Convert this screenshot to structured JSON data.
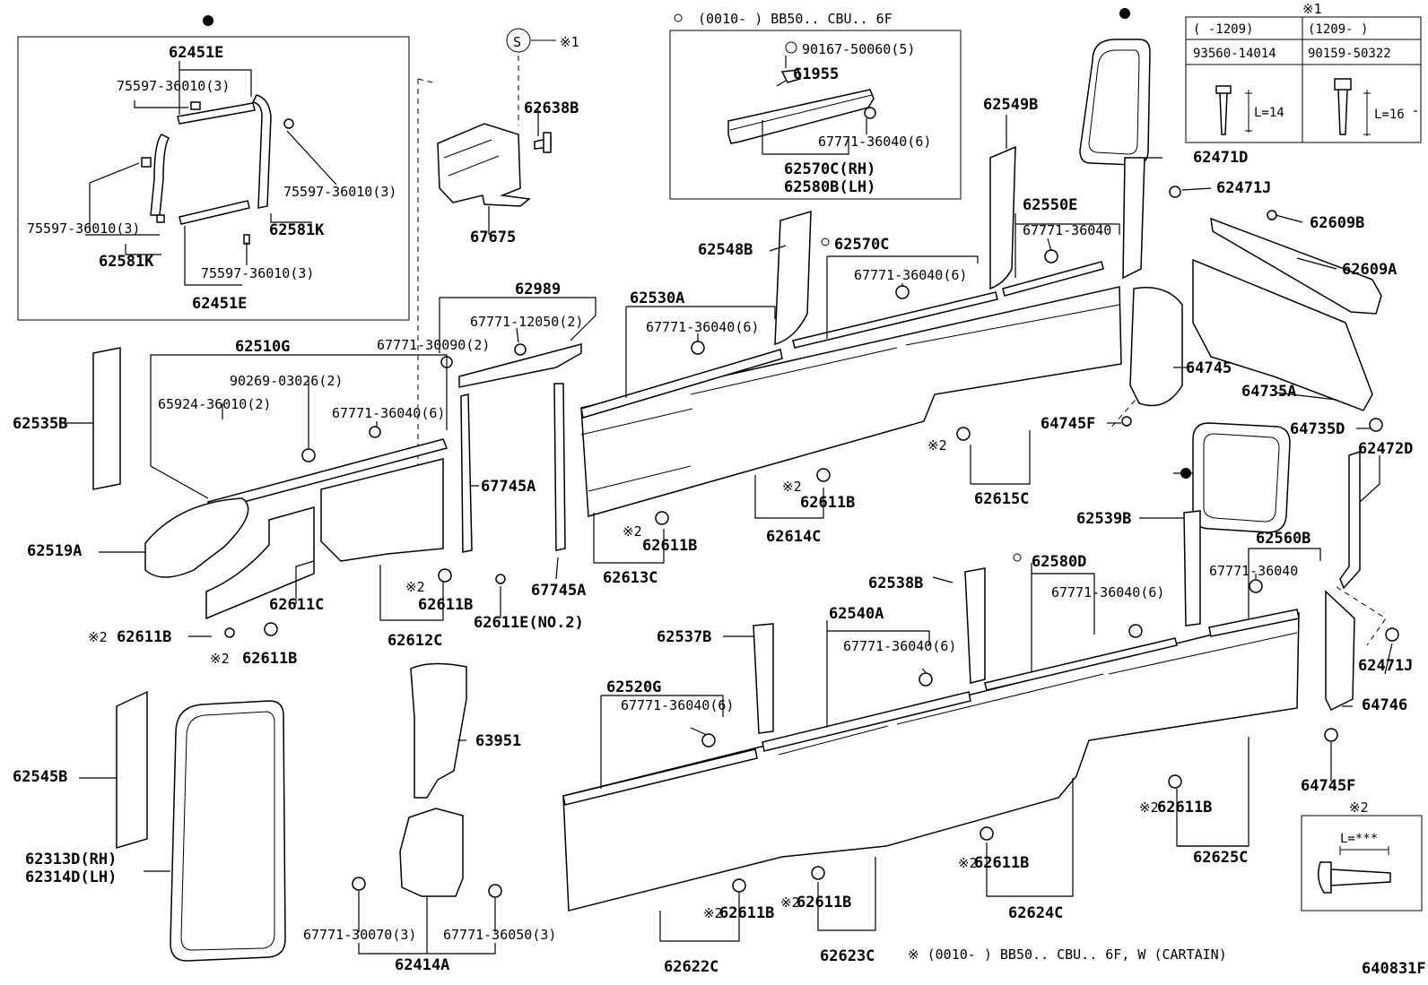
{
  "diagram_code": "640831F",
  "inset_title": "(0010-        ) BB50.. CBU.. 6F",
  "footnote": "※ (0010-        ) BB50.. CBU.. 6F, W (CARTAIN)",
  "sym_s": "S",
  "sym_note1": "※1",
  "sym_note2": "※2",
  "table_note1": {
    "mark": "※1",
    "col1_range": "(      -1209)",
    "col2_range": "(1209-      )",
    "col1_part": "93560-14014",
    "col2_part": "90159-50322",
    "col1_len": "L=14",
    "col2_len": "L=16"
  },
  "table_note2": {
    "mark": "※2",
    "len": "L=***"
  },
  "labels": {
    "l1": "62451E",
    "l2": "75597-36010(3)",
    "l3": "75597-36010(3)",
    "l4": "62581K",
    "l5": "75597-36010(3)",
    "l6": "62581K",
    "l7": "75597-36010(3)",
    "l8": "62451E",
    "l9": "62638B",
    "l10": "67675",
    "l11": "90167-50060(5)",
    "l12": "61955",
    "l13": "67771-36040(6)",
    "l14": "62570C(RH)",
    "l15": "62580B(LH)",
    "l16": "62549B",
    "l17": "62471D",
    "l18": "62471J",
    "l19": "62609B",
    "l20": "62609A",
    "l21": "62550E",
    "l22": "67771-36040",
    "l23": "62548B",
    "l24": "62570C",
    "l25": "67771-36040(6)",
    "l26": "62530A",
    "l27": "67771-36040(6)",
    "l28": "62989",
    "l29": "67771-12050(2)",
    "l30": "67771-30090(2)",
    "l31": "62510G",
    "l32": "90269-03026(2)",
    "l33": "65924-36010(2)",
    "l34": "67771-36040(6)",
    "l35": "62535B",
    "l36": "67745A",
    "l37": "62519A",
    "l38": "62611C",
    "l39": "62611B",
    "l40": "62612C",
    "l41": "62611E(NO.2)",
    "l42": "67745A",
    "l43": "62611B",
    "l44": "62611B",
    "l45": "62613C",
    "l46": "62611B",
    "l47": "62614C",
    "l48": "62611B",
    "l49": "62615C",
    "l50": "64745",
    "l51": "64735A",
    "l52": "64745F",
    "l53": "64735D",
    "l54": "62472D",
    "l55": "62539B",
    "l56": "62560B",
    "l57": "67771-36040",
    "l58": "62580D",
    "l59": "67771-36040(6)",
    "l60": "62538B",
    "l61": "62540A",
    "l62": "67771-36040(6)",
    "l63": "62537B",
    "l64": "62520G",
    "l65": "67771-36040(6)",
    "l66": "62471J",
    "l67": "64746",
    "l68": "64745F",
    "l69": "63951",
    "l70": "62545B",
    "l71": "62313D(RH)",
    "l72": "62314D(LH)",
    "l73": "67771-30070(3)",
    "l74": "67771-36050(3)",
    "l75": "62414A",
    "l76": "62611B",
    "l77": "62622C",
    "l78": "62611B",
    "l79": "62623C",
    "l80": "62611B",
    "l81": "62624C",
    "l82": "62611B",
    "l83": "62625C"
  }
}
